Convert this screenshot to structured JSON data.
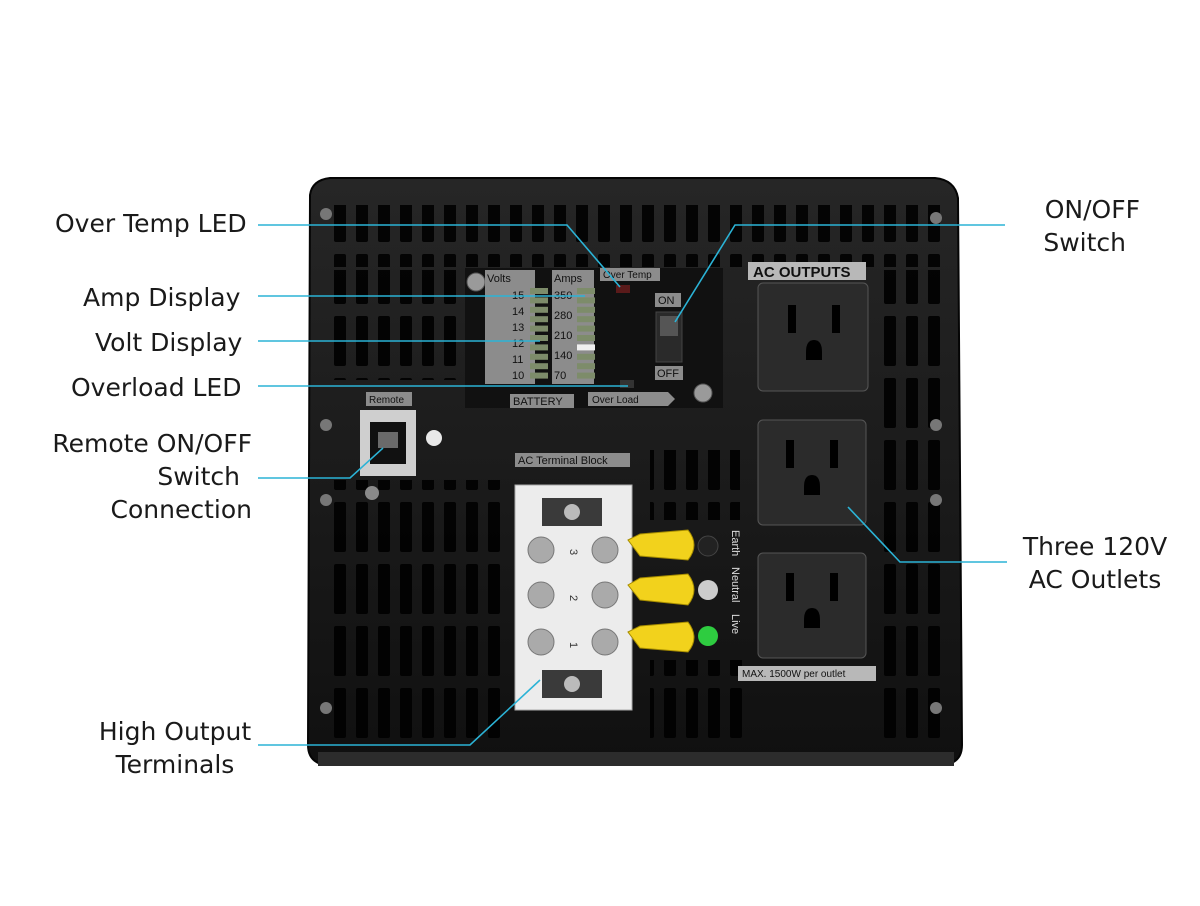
{
  "callouts": {
    "over_temp_led": "Over Temp LED",
    "amp_display": "Amp Display",
    "volt_display": "Volt Display",
    "overload_led": "Overload LED",
    "remote_line1": "Remote ON/OFF",
    "remote_line2": "Switch",
    "remote_line3": "Connection",
    "high_output_line1": "High Output",
    "high_output_line2": "Terminals",
    "on_off_line1": "ON/OFF",
    "on_off_line2": "Switch",
    "three_outlets_line1": "Three 120V",
    "three_outlets_line2": "AC Outlets"
  },
  "panel": {
    "volts_label": "Volts",
    "amps_label": "Amps",
    "volts_ticks": [
      "15",
      "14",
      "13",
      "12",
      "11",
      "10"
    ],
    "amps_ticks": [
      "350",
      "280",
      "210",
      "140",
      "70"
    ],
    "battery_label": "BATTERY",
    "over_temp_label": "Over Temp",
    "over_load_label": "Over Load",
    "on_label": "ON",
    "off_label": "OFF",
    "ac_outputs_label": "AC OUTPUTS",
    "remote_label": "Remote",
    "terminal_block_label": "AC Terminal Block",
    "terminal_numbers": [
      "3",
      "2",
      "1"
    ],
    "earth_label": "Earth",
    "neutral_label": "Neutral",
    "live_label": "Live",
    "max_label": "MAX. 1500W per outlet"
  },
  "colors": {
    "leader_line": "#2bb3d6",
    "device_body": "#141414",
    "terminal_yellow": "#f2d21c",
    "led_green": "#2ecc40"
  }
}
